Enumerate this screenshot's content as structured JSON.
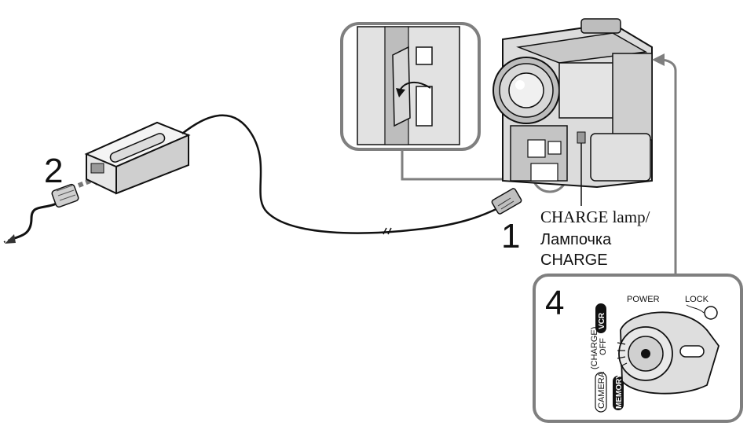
{
  "steps": {
    "step_1": "1",
    "step_2": "2",
    "step_4": "4"
  },
  "callout": {
    "line_1": "CHARGE lamp/",
    "line_2": "Лампочка",
    "line_3": "CHARGE"
  },
  "dial": {
    "power": "POWER",
    "lock": "LOCK",
    "vcr": "VCR",
    "off": "OFF",
    "charge": "(CHARGE)",
    "camera": "CAMERA",
    "memory": "MEMORY"
  },
  "colors": {
    "line": "#111111",
    "frame": "#7f7f7f",
    "fill_light": "#e9e9e9",
    "fill_mid": "#c8c8c8",
    "fill_dark": "#8c8c8c"
  }
}
